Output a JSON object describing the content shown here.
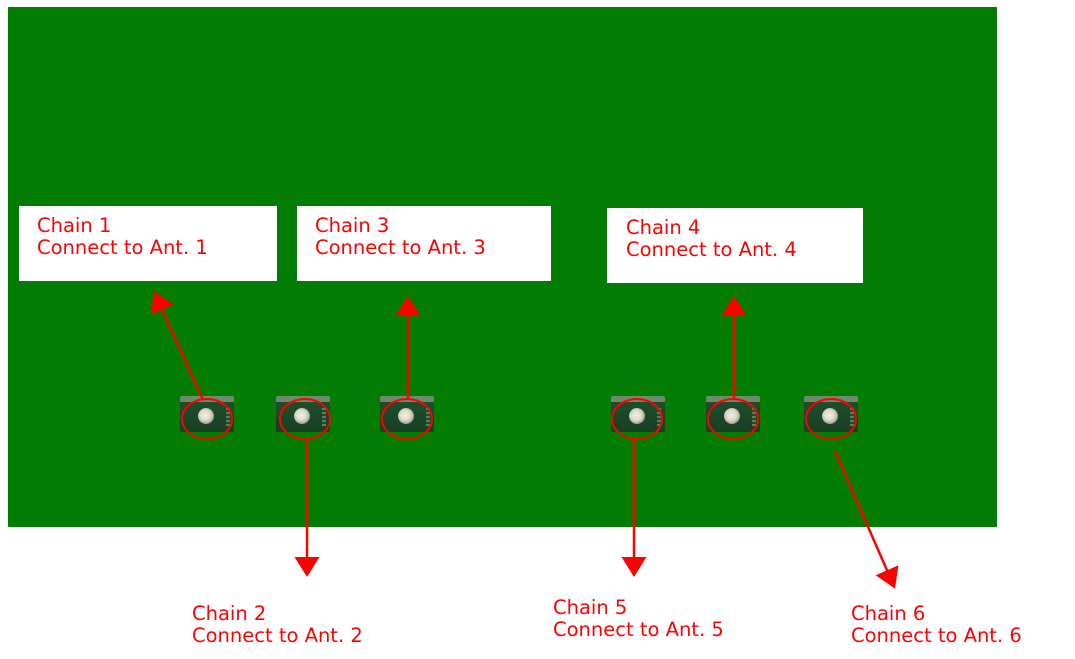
{
  "colors": {
    "board": "#037c03",
    "annotation": "#ff0000",
    "label_box": "#ffffff",
    "connector": "#1f4d2c"
  },
  "chains": [
    {
      "title": "Chain 1",
      "subtitle": "Connect to Ant. 1"
    },
    {
      "title": "Chain 2",
      "subtitle": "Connect to Ant. 2"
    },
    {
      "title": "Chain 3",
      "subtitle": "Connect to Ant. 3"
    },
    {
      "title": "Chain 4",
      "subtitle": "Connect to Ant. 4"
    },
    {
      "title": "Chain 5",
      "subtitle": "Connect to Ant. 5"
    },
    {
      "title": "Chain 6",
      "subtitle": "Connect to Ant. 6"
    }
  ]
}
